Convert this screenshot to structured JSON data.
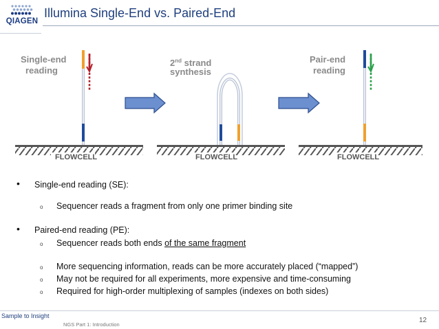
{
  "header": {
    "logo_text": "QIAGEN",
    "title": "Illumina Single-End vs. Paired-End"
  },
  "diagram": {
    "single_end": {
      "line1": "Single-end",
      "line2": "reading"
    },
    "second_strand": {
      "line1_sup": "nd",
      "line1_num": "2",
      "line1_rest": " strand",
      "line2": "synthesis"
    },
    "pair_end": {
      "line1": "Pair-end",
      "line2": "reading"
    },
    "flowcell_label": "FLOWCELL",
    "colors": {
      "orange": "#f0a030",
      "navy": "#1f4b9a",
      "red": "#b4202a",
      "green": "#2aa04a",
      "arrow_fill": "#6b8fcf",
      "arrow_stroke": "#2e4f8f",
      "ground": "#555555"
    }
  },
  "bullets": [
    {
      "text": "Single-end  reading (SE):",
      "subs": [
        {
          "text": "Sequencer reads a fragment from only one primer binding site"
        }
      ]
    },
    {
      "text": "Paired-end reading (PE):",
      "subs": [
        {
          "text_pre": "Sequencer reads both ends ",
          "text_u": "of the same fragment"
        },
        {
          "text": "More sequencing  information,  reads can be more accurately placed (“mapped”)"
        },
        {
          "text": "May not be required for all experiments,  more expensive and time-consuming"
        },
        {
          "text": "Required for high-order multiplexing  of samples (indexes on both sides)"
        }
      ]
    }
  ],
  "symbols": {
    "bullet": "•",
    "sub_bullet": "o"
  },
  "footer": {
    "brand": "Sample to Insight",
    "course": "NGS Part 1: Introduction",
    "page": "12"
  }
}
